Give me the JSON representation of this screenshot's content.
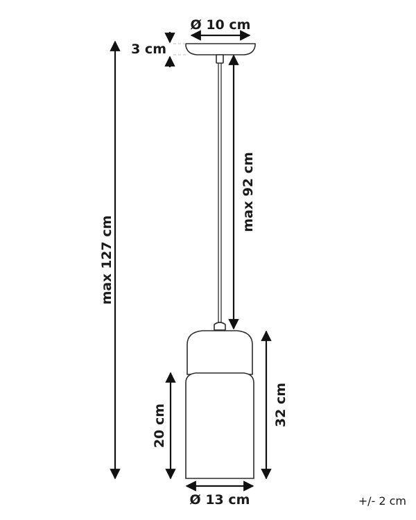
{
  "diagram": {
    "dimensions": {
      "canopy_diameter": "Ø 10 cm",
      "canopy_height": "3 cm",
      "total_height": "max 127 cm",
      "cord_length": "max 92 cm",
      "shade_height": "32 cm",
      "glass_height": "20 cm",
      "shade_diameter": "Ø 13 cm"
    },
    "tolerance": "+/- 2 cm"
  }
}
